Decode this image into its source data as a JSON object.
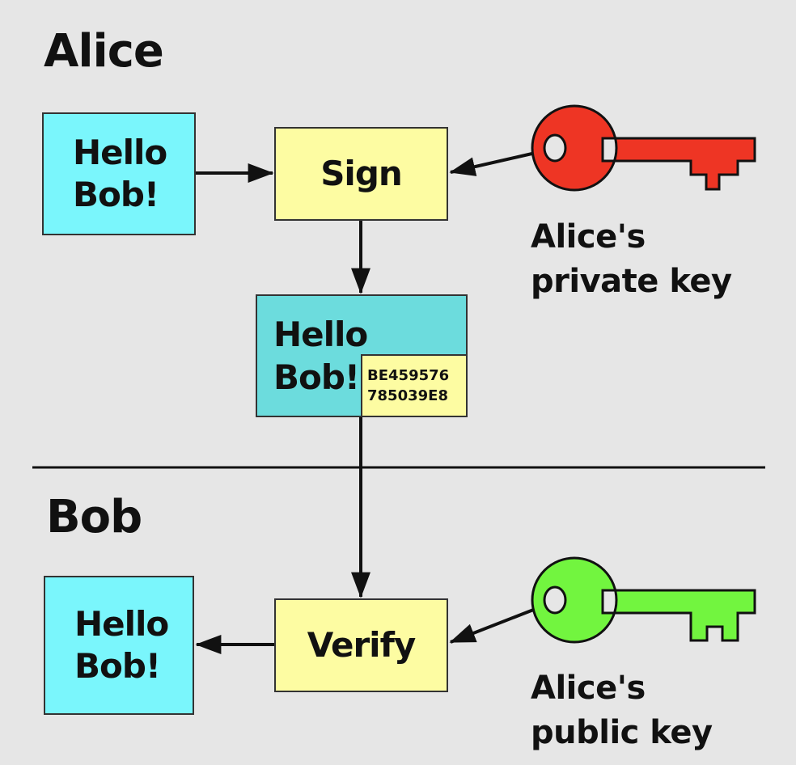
{
  "alice_section": {
    "title": "Alice",
    "message": {
      "line1": "Hello",
      "line2": "Bob!"
    },
    "sign_label": "Sign",
    "private_key": {
      "line1": "Alice's",
      "line2": "private key",
      "color": "#ee3524"
    }
  },
  "signed_message": {
    "line1": "Hello",
    "line2": "Bob!",
    "signature": {
      "line1": "BE459576",
      "line2": "785039E8"
    }
  },
  "bob_section": {
    "title": "Bob",
    "message": {
      "line1": "Hello",
      "line2": "Bob!"
    },
    "verify_label": "Verify",
    "public_key": {
      "line1": "Alice's",
      "line2": "public key",
      "color": "#72f53f"
    }
  },
  "colors": {
    "background": "#e6e6e6",
    "message_box": "#7af6fc",
    "signed_message_box": "#6cdcdd",
    "process_box": "#fdfca2",
    "lines": "#111111"
  }
}
